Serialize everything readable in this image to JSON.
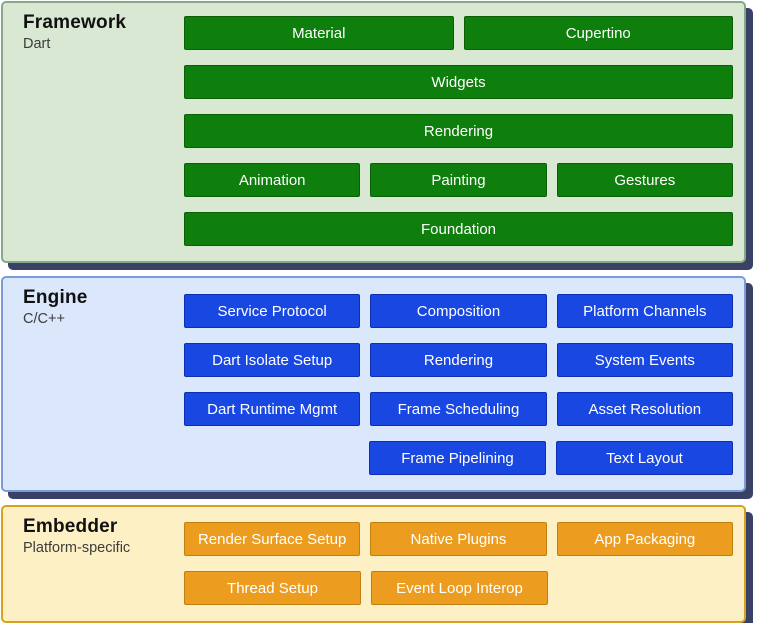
{
  "colors": {
    "shadow": "#3a4166",
    "framework_fill": "#d9e8d2",
    "framework_border": "#85a885",
    "framework_button": "#0e7e0c",
    "framework_button_border": "#0b5f09",
    "engine_fill": "#dbe7fb",
    "engine_border": "#7b9cd8",
    "engine_button": "#1947e1",
    "engine_button_border": "#0e2eb4",
    "embedder_fill": "#fdf0c5",
    "embedder_border": "#d5a21c",
    "embedder_button": "#ec9d20",
    "embedder_button_border": "#c17f10",
    "text_title": "#111111",
    "text_subtitle": "#3c3c3c",
    "button_text": "#ffffff"
  },
  "sections": [
    {
      "title": "Framework",
      "subtitle": "Dart",
      "rows": [
        {
          "buttons": [
            "Material",
            "Cupertino"
          ]
        },
        {
          "buttons": [
            "Widgets"
          ]
        },
        {
          "buttons": [
            "Rendering"
          ]
        },
        {
          "buttons": [
            "Animation",
            "Painting",
            "Gestures"
          ]
        },
        {
          "buttons": [
            "Foundation"
          ]
        }
      ]
    },
    {
      "title": "Engine",
      "subtitle": "C/C++",
      "rows": [
        {
          "buttons": [
            "Service Protocol",
            "Composition",
            "Platform Channels"
          ]
        },
        {
          "buttons": [
            "Dart Isolate Setup",
            "Rendering",
            "System Events"
          ]
        },
        {
          "buttons": [
            "Dart Runtime Mgmt",
            "Frame Scheduling",
            "Asset Resolution"
          ]
        },
        {
          "buttons": [
            "Frame Pipelining",
            "Text Layout"
          ]
        }
      ]
    },
    {
      "title": "Embedder",
      "subtitle": "Platform-specific",
      "rows": [
        {
          "buttons": [
            "Render Surface Setup",
            "Native Plugins",
            "App Packaging"
          ]
        },
        {
          "buttons": [
            "Thread Setup",
            "Event Loop Interop"
          ]
        }
      ]
    }
  ]
}
